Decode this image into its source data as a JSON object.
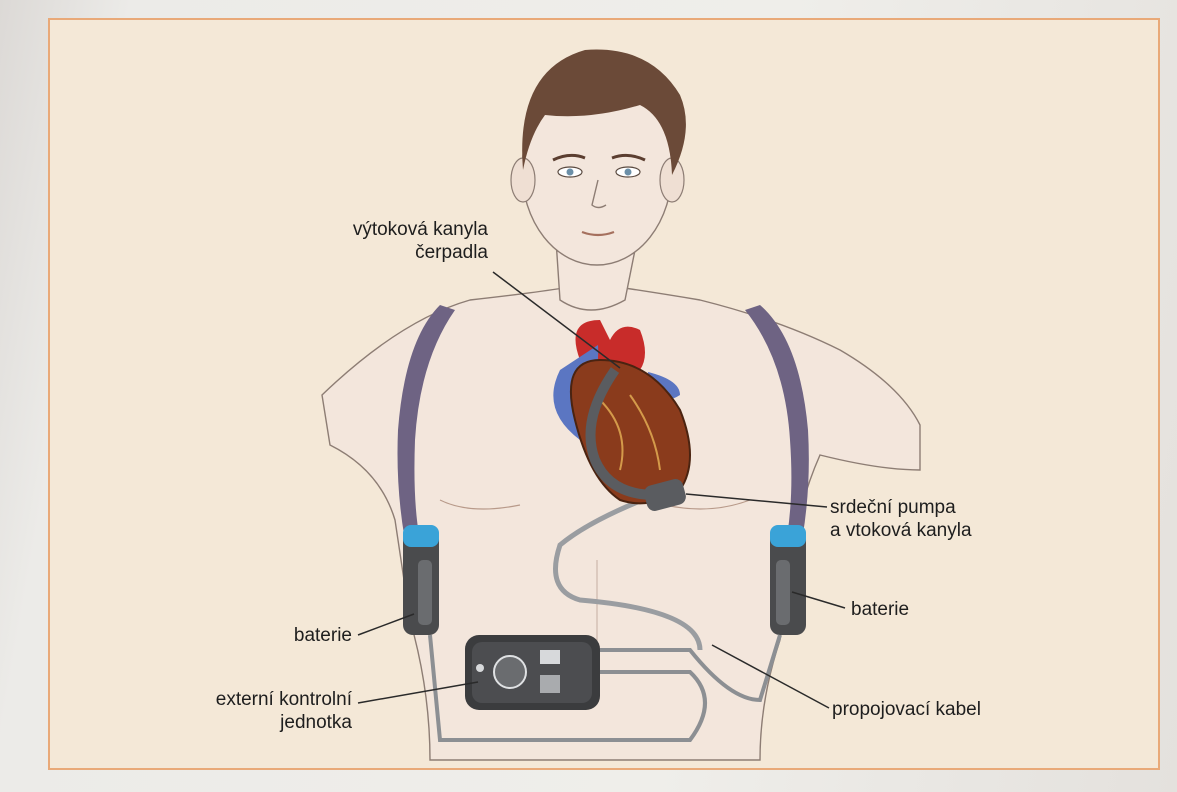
{
  "labels": {
    "outflow_cannula": [
      "výtoková kanyla",
      "čerpadla"
    ],
    "heart_pump": [
      "srdeční pumpa",
      "a vtoková kanyla"
    ],
    "battery_left": "baterie",
    "battery_right": "baterie",
    "controller": [
      "externí kontrolní",
      "jednotka"
    ],
    "cable": "propojovací kabel"
  },
  "colors": {
    "panel_bg": "#f4e8d7",
    "panel_border": "#e9a978",
    "skin": "#f3e6dc",
    "hair": "#6b4a38",
    "strap": "#6e6383",
    "battery": "#4a4b4d",
    "battery_tip": "#3aa3d8",
    "heart": "#8a3b1c",
    "aorta": "#c82c2a",
    "veins": "#5b76c2",
    "controller": "#3b3c3e"
  }
}
